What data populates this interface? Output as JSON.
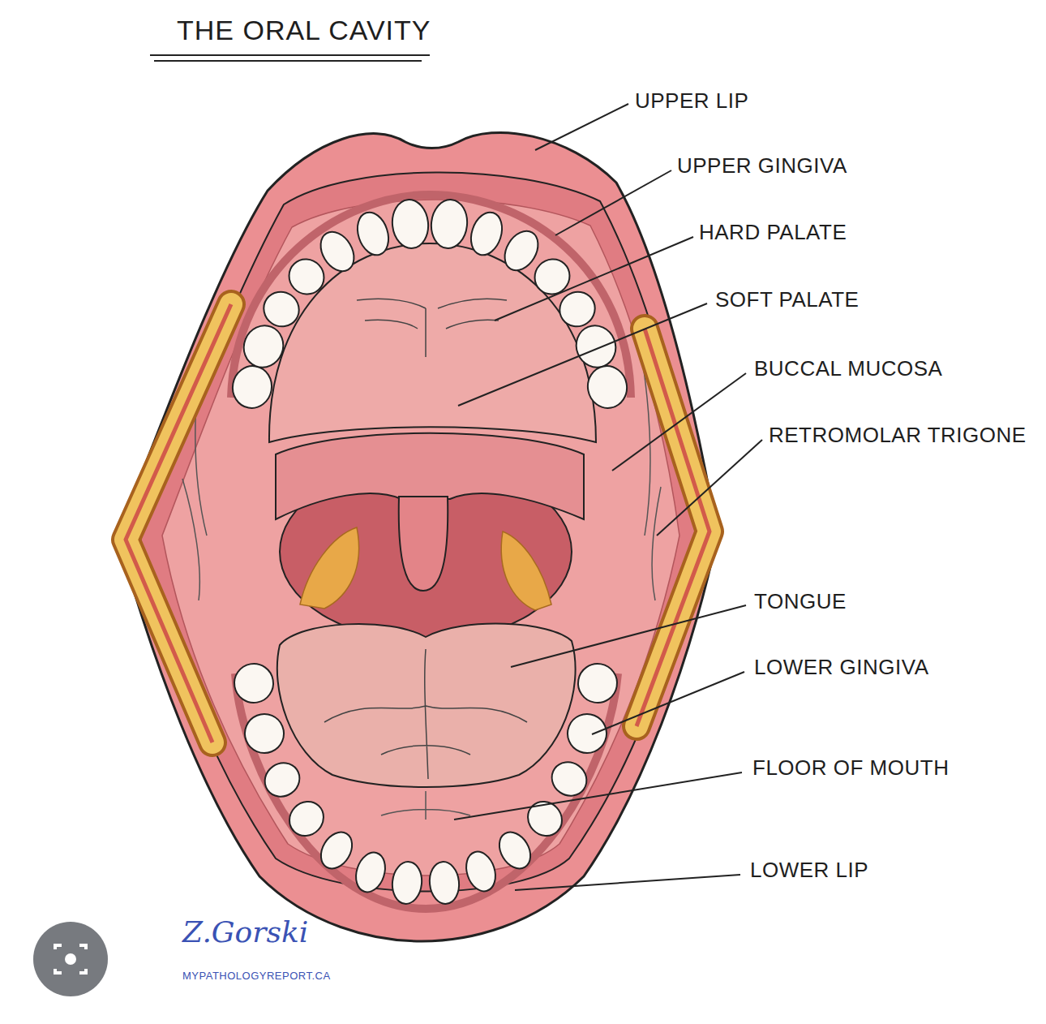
{
  "diagram": {
    "title": "THE ORAL CAVITY",
    "labels": [
      "UPPER LIP",
      "UPPER GINGIVA",
      "HARD PALATE",
      "SOFT PALATE",
      "BUCCAL MUCOSA",
      "RETROMOLAR TRIGONE",
      "TONGUE",
      "LOWER GINGIVA",
      "FLOOR OF MOUTH",
      "LOWER LIP",
      "Z.Gorski",
      "MYPATHOLOGYREPORT.CA"
    ]
  }
}
